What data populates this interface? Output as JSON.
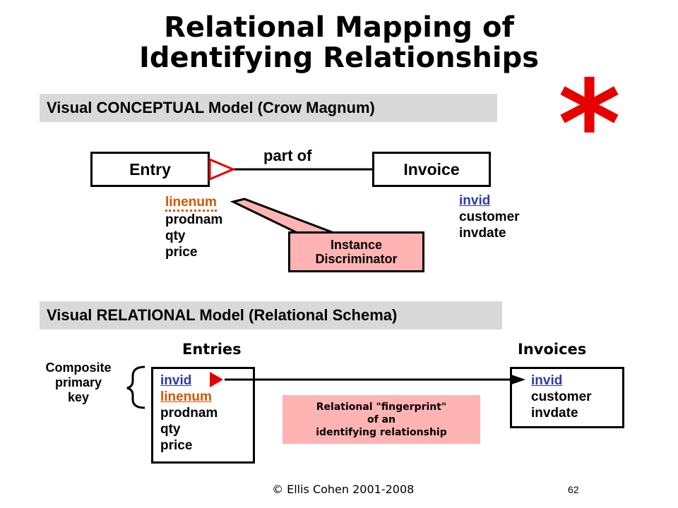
{
  "title": {
    "line1": "Relational Mapping of",
    "line2": "Identifying Relationships"
  },
  "star": "*",
  "conceptual": {
    "heading": "Visual CONCEPTUAL Model (Crow Magnum)",
    "entity_left": "Entry",
    "entity_right": "Invoice",
    "relationship": "part of",
    "entry_attrs": {
      "discriminator": "linenum",
      "items": [
        "prodnam",
        "qty",
        "price"
      ]
    },
    "invoice_attrs": {
      "key": "invid",
      "items": [
        "customer",
        "invdate"
      ]
    },
    "callout": {
      "line1": "Instance",
      "line2": "Discriminator"
    }
  },
  "relational": {
    "heading": "Visual RELATIONAL Model (Relational Schema)",
    "table_left_title": "Entries",
    "table_right_title": "Invoices",
    "entries_keys": [
      "invid",
      "linenum"
    ],
    "entries_attrs": [
      "prodnam",
      "qty",
      "price"
    ],
    "invoices_key": "invid",
    "invoices_attrs": [
      "customer",
      "invdate"
    ],
    "composite": {
      "line1": "Composite",
      "line2": "primary",
      "line3": "key"
    },
    "note": {
      "line1": "Relational \"fingerprint\"",
      "line2": "of an",
      "line3": "identifying relationship"
    }
  },
  "footer": {
    "copyright": "© Ellis Cohen 2001-2008",
    "page": "62"
  },
  "colors": {
    "key": "#2b3bb3",
    "discriminator": "#d45500",
    "accent": "#e60000",
    "callout": "#ffb3b3",
    "band": "#d9d9d9"
  }
}
